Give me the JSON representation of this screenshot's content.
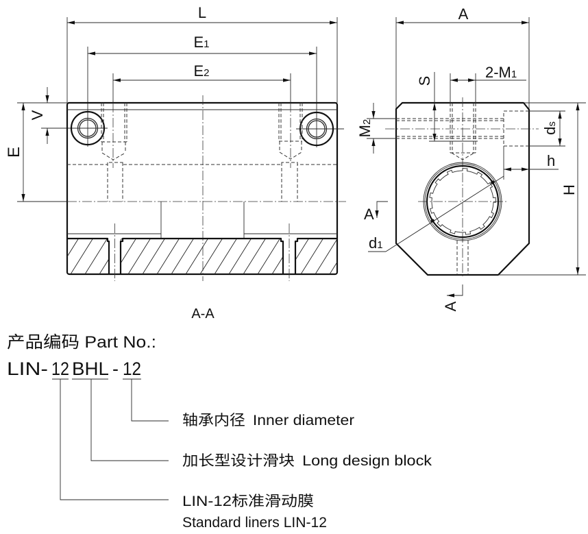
{
  "drawing": {
    "front_view": {
      "dimensions": {
        "L": {
          "main": "L"
        },
        "E1": {
          "main": "E",
          "sub": "1"
        },
        "E2": {
          "main": "E",
          "sub": "2"
        },
        "E": {
          "main": "E"
        },
        "V": {
          "main": "V"
        }
      },
      "section_title": "A-A"
    },
    "side_view": {
      "dimensions": {
        "A": {
          "main": "A"
        },
        "S": {
          "main": "S"
        },
        "M1": {
          "main": "2-M",
          "sub": "1"
        },
        "M2": {
          "main": "M",
          "sub": "2"
        },
        "ds": {
          "main": "d",
          "sub": "s"
        },
        "h": {
          "main": "h"
        },
        "H": {
          "main": "H"
        },
        "d1": {
          "main": "d",
          "sub": "1"
        }
      },
      "section_marks": {
        "left": "A",
        "bottom": "A"
      }
    }
  },
  "part_number": {
    "title": "产品编码 Part No.:",
    "code_segments": [
      "LIN-",
      "12",
      "BHL",
      "-",
      "12"
    ],
    "legend": [
      {
        "label_cn": "轴承内径",
        "label_en": "Inner diameter"
      },
      {
        "label_cn": "加长型设计滑块",
        "label_en": "Long design block"
      },
      {
        "label_cn": "LIN-12标准滑动膜",
        "label_en": "Standard liners LIN-12"
      }
    ]
  },
  "colors": {
    "line": "#111111",
    "background": "#ffffff"
  }
}
